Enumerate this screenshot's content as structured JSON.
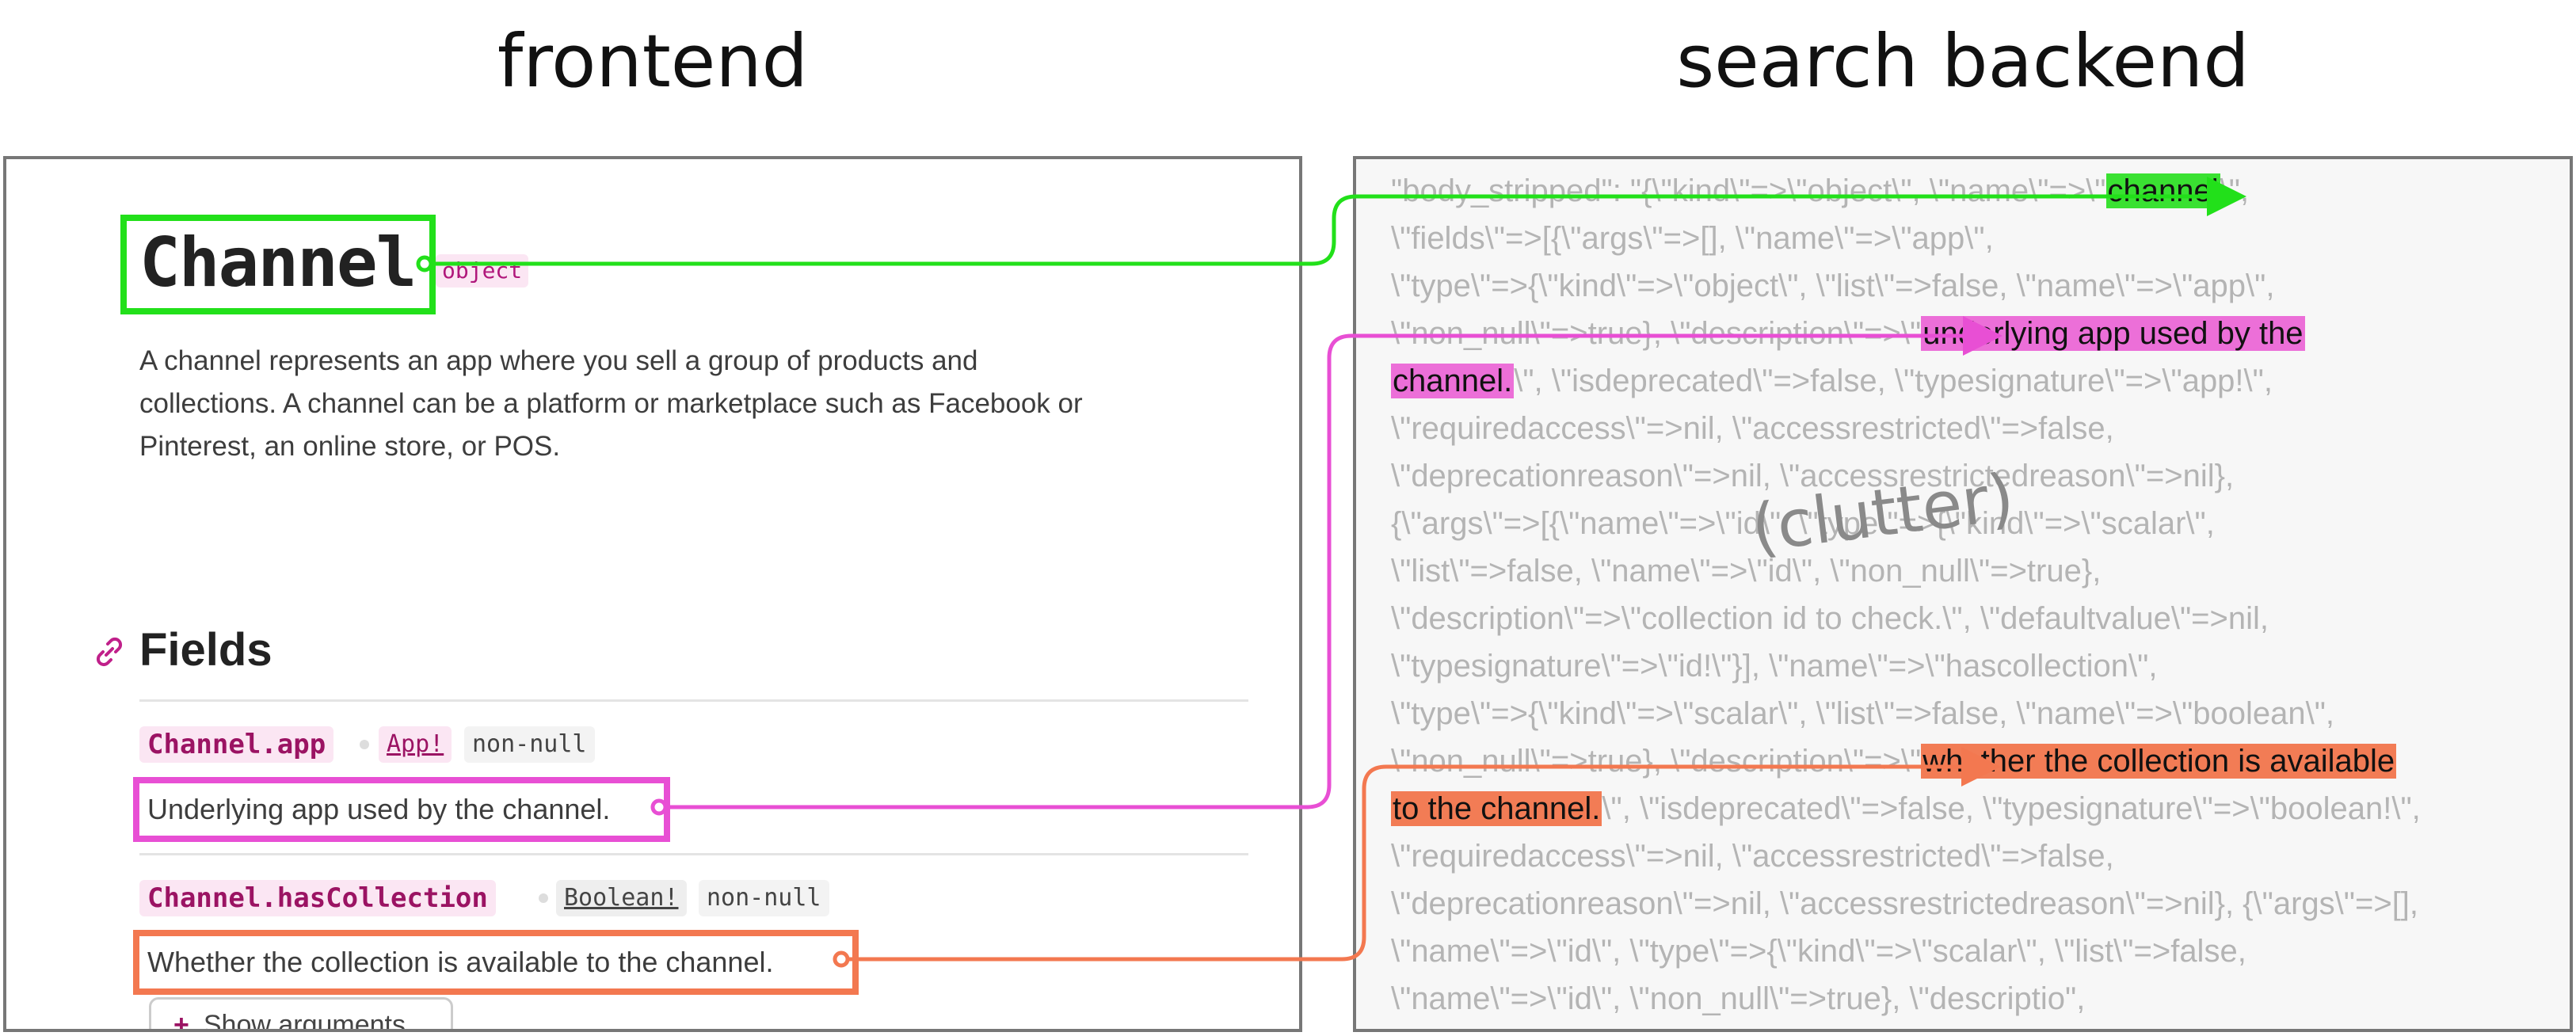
{
  "headings": {
    "frontend": "frontend",
    "backend": "search backend"
  },
  "frontend": {
    "title": "Channel",
    "title_tag": "object",
    "description_lines": [
      "A channel represents an app where you sell a group of products and",
      "collections. A channel can be a platform or marketplace such as Facebook or",
      "Pinterest, an online store, or POS."
    ],
    "fields_heading": "Fields",
    "fields": [
      {
        "name": "Channel.app",
        "type": "App!",
        "modifier": "non-null",
        "description": "Underlying app used by the channel."
      },
      {
        "name": "Channel.hasCollection",
        "type": "Boolean!",
        "modifier": "non-null",
        "description": "Whether the collection is available to the channel."
      }
    ],
    "show_arguments_label": "Show arguments",
    "show_arguments_icon": "+"
  },
  "backend": {
    "lines": [
      {
        "segments": [
          {
            "t": "\"body_stripped\": \"{\\\"kind\\\"=>\\\"object\\\", \\\"name\\\"=>\\\""
          },
          {
            "t": "channel",
            "hl": "green"
          },
          {
            "t": "\\\","
          }
        ]
      },
      {
        "segments": [
          {
            "t": "\\\"fields\\\"=>[{\\\"args\\\"=>[], \\\"name\\\"=>\\\"app\\\","
          }
        ]
      },
      {
        "segments": [
          {
            "t": "\\\"type\\\"=>{\\\"kind\\\"=>\\\"object\\\", \\\"list\\\"=>false, \\\"name\\\"=>\\\"app\\\","
          }
        ]
      },
      {
        "segments": [
          {
            "t": "\\\"non_null\\\"=>true}, \\\"description\\\"=>\\\""
          },
          {
            "t": "underlying app used by the",
            "hl": "pink"
          }
        ]
      },
      {
        "segments": [
          {
            "t": "channel.",
            "hl": "pink"
          },
          {
            "t": "\\\", \\\"isdeprecated\\\"=>false, \\\"typesignature\\\"=>\\\"app!\\\","
          }
        ]
      },
      {
        "segments": [
          {
            "t": "\\\"requiredaccess\\\"=>nil, \\\"accessrestricted\\\"=>false,"
          }
        ]
      },
      {
        "segments": [
          {
            "t": "\\\"deprecationreason\\\"=>nil, \\\"accessrestrictedreason\\\"=>nil},"
          }
        ]
      },
      {
        "segments": [
          {
            "t": "{\\\"args\\\"=>[{\\\"name\\\"=>\\\"id\\\", \\\"type\\\"=>{\\\"kind\\\"=>\\\"scalar\\\","
          }
        ]
      },
      {
        "segments": [
          {
            "t": "\\\"list\\\"=>false, \\\"name\\\"=>\\\"id\\\", \\\"non_null\\\"=>true},"
          }
        ]
      },
      {
        "segments": [
          {
            "t": "\\\"description\\\"=>\\\"collection id to check.\\\", \\\"defaultvalue\\\"=>nil,"
          }
        ]
      },
      {
        "segments": [
          {
            "t": "\\\"typesignature\\\"=>\\\"id!\\\"}], \\\"name\\\"=>\\\"hascollection\\\","
          }
        ]
      },
      {
        "segments": [
          {
            "t": "\\\"type\\\"=>{\\\"kind\\\"=>\\\"scalar\\\", \\\"list\\\"=>false, \\\"name\\\"=>\\\"boolean\\\","
          }
        ]
      },
      {
        "segments": [
          {
            "t": "\\\"non_null\\\"=>true}, \\\"description\\\"=>\\\""
          },
          {
            "t": "whether the collection is available",
            "hl": "orange"
          }
        ]
      },
      {
        "segments": [
          {
            "t": "to the channel.",
            "hl": "orange"
          },
          {
            "t": "\\\", \\\"isdeprecated\\\"=>false, \\\"typesignature\\\"=>\\\"boolean!\\\","
          }
        ]
      },
      {
        "segments": [
          {
            "t": "\\\"requiredaccess\\\"=>nil, \\\"accessrestricted\\\"=>false,"
          }
        ]
      },
      {
        "segments": [
          {
            "t": "\\\"deprecationreason\\\"=>nil, \\\"accessrestrictedreason\\\"=>nil}, {\\\"args\\\"=>[],"
          }
        ]
      },
      {
        "segments": [
          {
            "t": "\\\"name\\\"=>\\\"id\\\", \\\"type\\\"=>{\\\"kind\\\"=>\\\"scalar\\\", \\\"list\\\"=>false,"
          }
        ]
      },
      {
        "segments": [
          {
            "t": "\\\"name\\\"=>\\\"id\\\", \\\"non_null\\\"=>true}, \\\"descriptio\","
          }
        ]
      }
    ],
    "clutter_label": "(clutter)"
  },
  "colors": {
    "green": "#22e01a",
    "pink": "#e84fd4",
    "orange": "#f37850"
  }
}
